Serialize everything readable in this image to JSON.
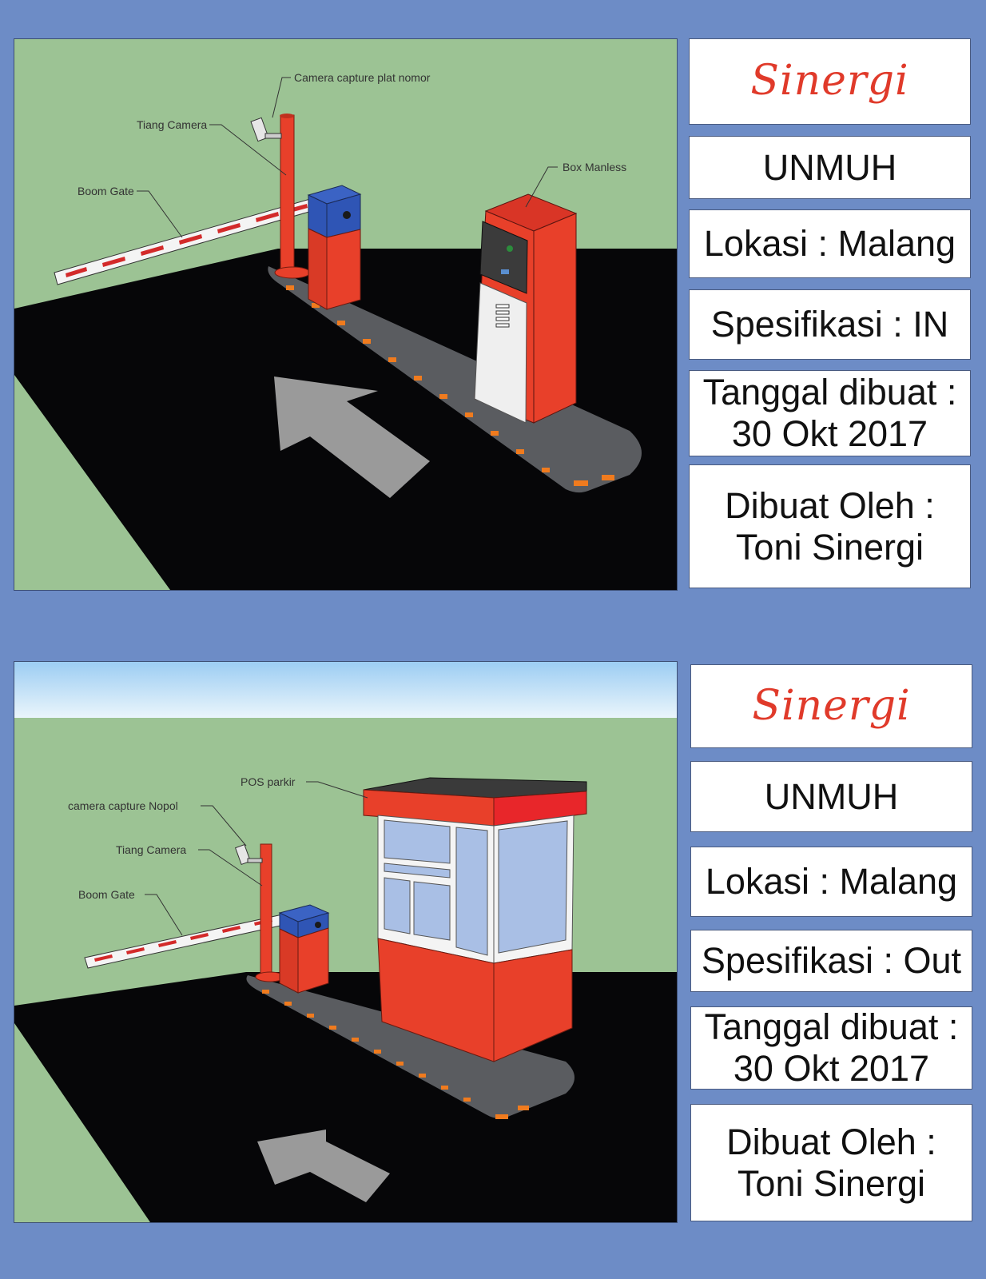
{
  "panel_in": {
    "callouts": {
      "camera": "Camera capture plat nomor",
      "pole": "Tiang Camera",
      "boom": "Boom Gate",
      "box": "Box Manless"
    },
    "logo": "Sinergi",
    "client": "UNMUH",
    "location": "Lokasi : Malang",
    "spec": "Spesifikasi : IN",
    "date_label": "Tanggal dibuat :",
    "date_value": "30 Okt 2017",
    "author_label": "Dibuat Oleh :",
    "author_value": "Toni Sinergi"
  },
  "panel_out": {
    "callouts": {
      "post": "POS parkir",
      "camera": "camera capture Nopol",
      "pole": "Tiang Camera",
      "boom": "Boom Gate"
    },
    "logo": "Sinergi",
    "client": "UNMUH",
    "location": "Lokasi : Malang",
    "spec": "Spesifikasi : Out",
    "date_label": "Tanggal dibuat :",
    "date_value": "30 Okt 2017",
    "author_label": "Dibuat Oleh :",
    "author_value": "Toni Sinergi"
  },
  "colors": {
    "background": "#6d8cc6",
    "grass": "#9cc394",
    "road": "#060608",
    "gate_red": "#e8402a",
    "gate_blue": "#2f55b5",
    "logo_red": "#e03a2a"
  }
}
